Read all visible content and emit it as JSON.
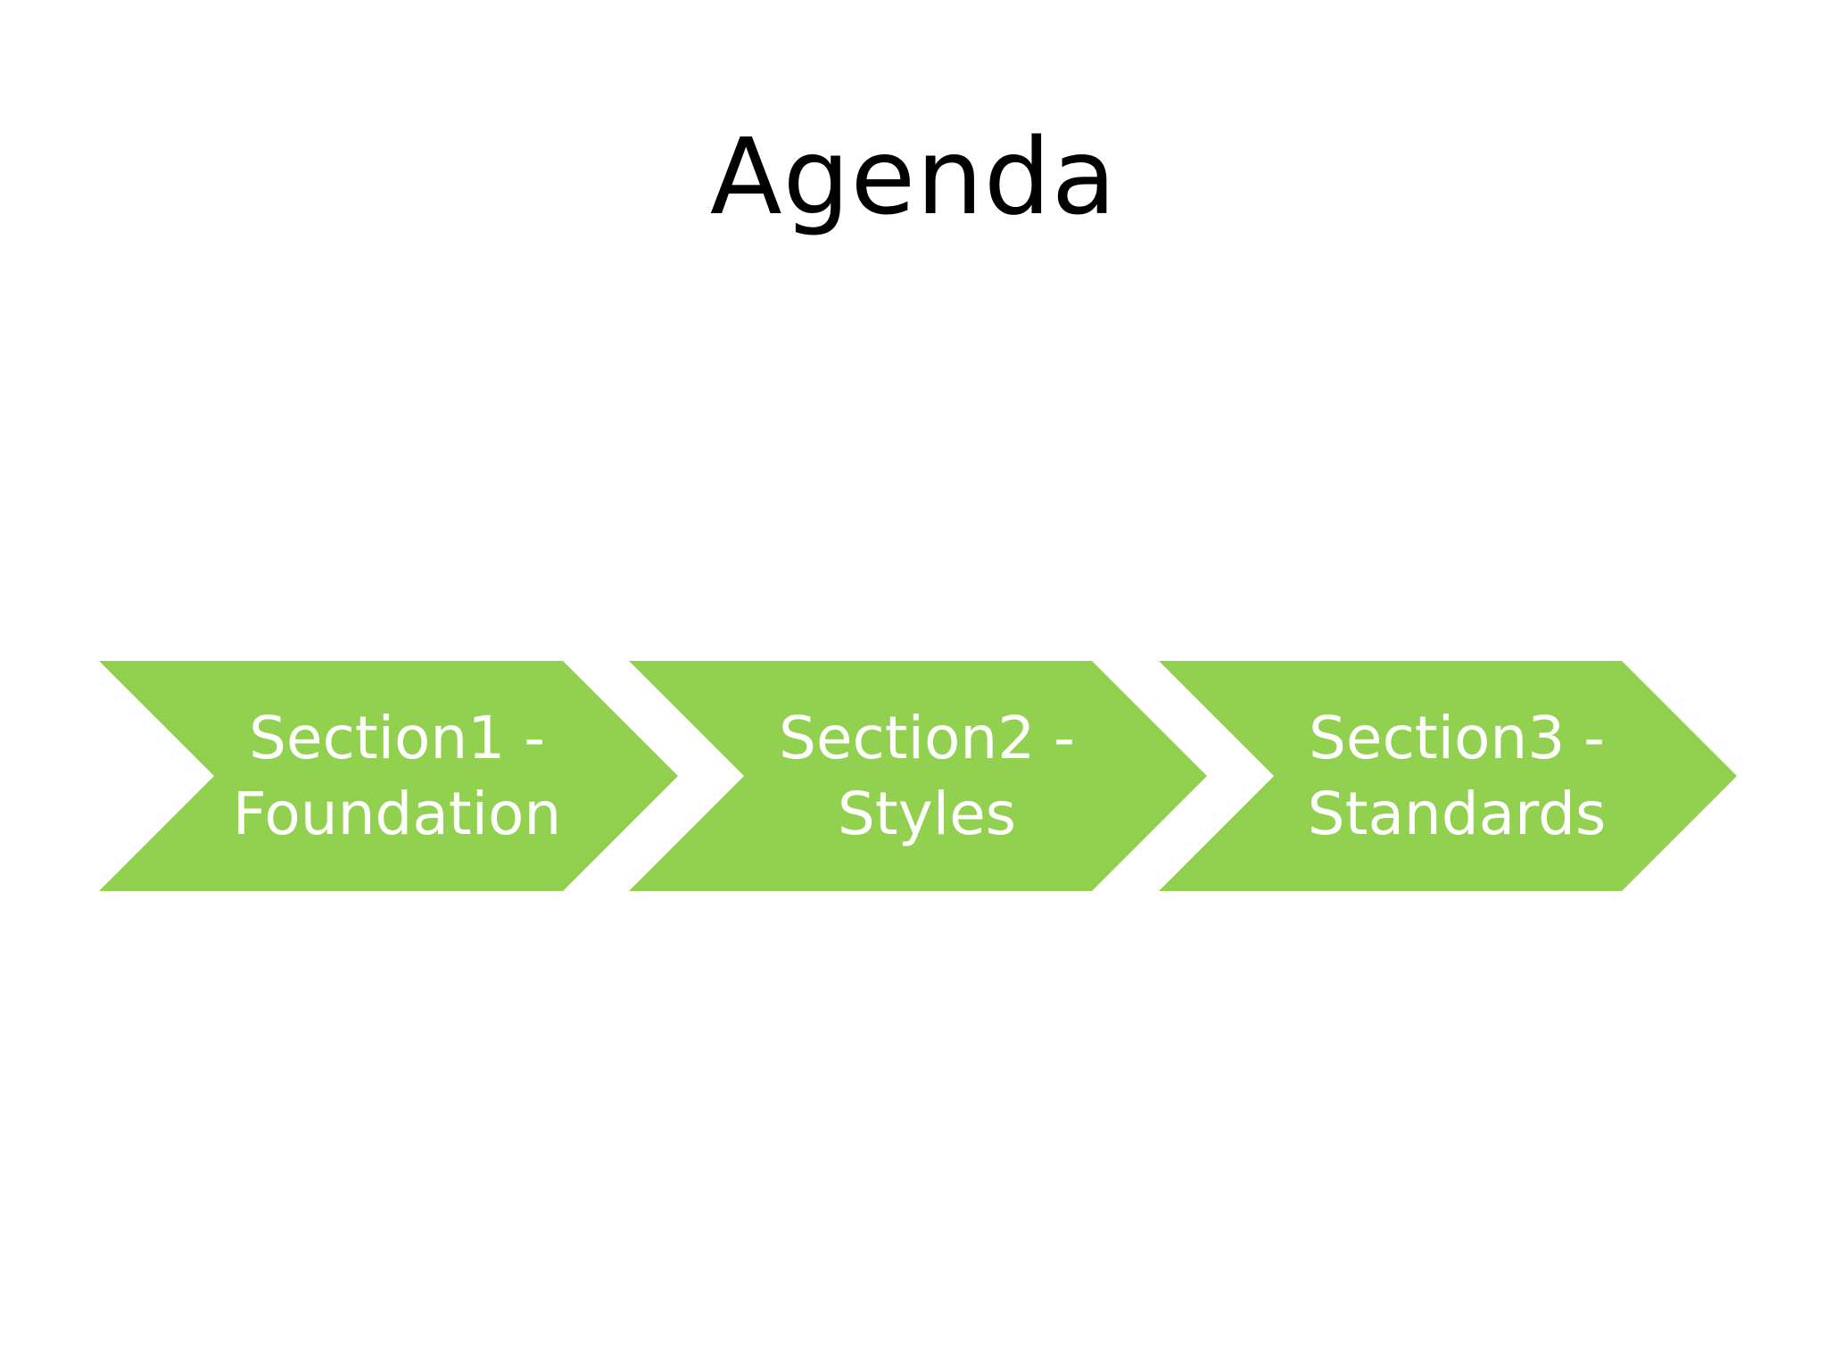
{
  "slide": {
    "title": "Agenda"
  },
  "process": {
    "fill_color": "#92d050",
    "steps": [
      {
        "label": "Section1 -\nFoundation"
      },
      {
        "label": "Section2 -\nStyles"
      },
      {
        "label": "Section3 -\nStandards"
      }
    ]
  }
}
